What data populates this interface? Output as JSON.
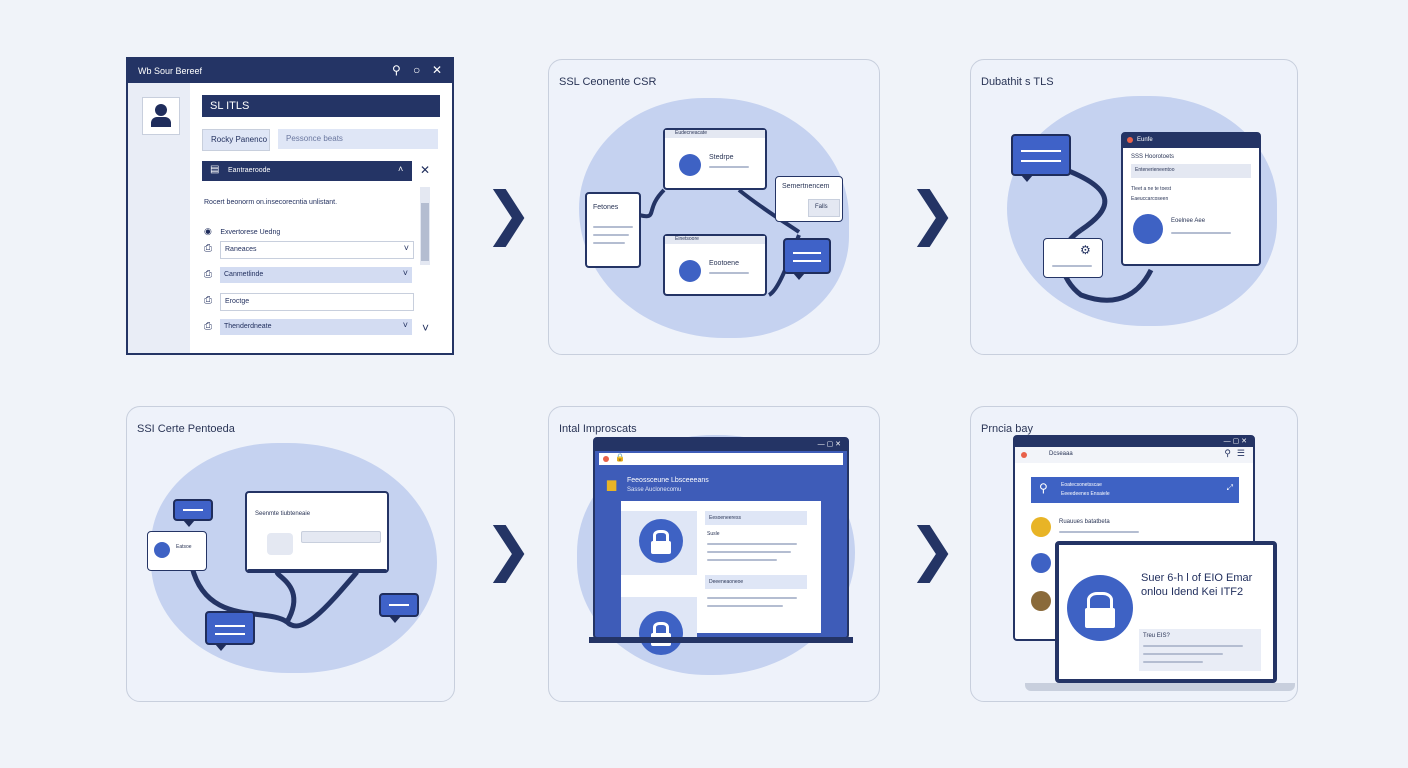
{
  "panels": [
    {
      "title": "",
      "window": {
        "title": "Wb Sour Bereef",
        "header": "SL ITLS",
        "button_label": "Rocky Panenco",
        "field_placeholder": "Pessonce beats",
        "dropdown_label": "Eantraeroode",
        "description": "Rocert beonorm on.insecorecntia unlistant.",
        "radio_label": "Exvertorese Uedng",
        "list_items": [
          "Raneaces",
          "Canmetlinde",
          "Eroctge",
          "Thenderdneate"
        ]
      }
    },
    {
      "title": "SSL Ceonente CSR",
      "cards": {
        "top_header": "Eudecneacate",
        "top_label": "Stedrpe",
        "left_label": "Fetones",
        "right_label": "Semertnencem",
        "right_tag": "Falls",
        "bottom_header": "Einetsoore",
        "bottom_label": "Eootoene"
      }
    },
    {
      "title": "Dubathit s TLS",
      "cards": {
        "browser_title": "Eunfe",
        "heading": "SSS Hoorotoets",
        "line1": "Entenerieneentoo",
        "line2": "Tleet a ne te toest",
        "line3": "Eaeuccarcoseen",
        "item_label": "Eoelnee Aee"
      }
    },
    {
      "title": "SSI Certe Pentoeda",
      "cards": {
        "center_title": "Seenmte tiubteneaie",
        "left_label": "Eatsoe"
      }
    },
    {
      "title": "Intal Improscats",
      "cards": {
        "banner_title": "Feeossceune Lbsceeeans",
        "banner_sub": "Sasse Auclonecomu",
        "tab1": "Eesoeneeress",
        "item1": "Susle",
        "tab2": "Deeeneaoneoe"
      }
    },
    {
      "title": "Prncia bay",
      "cards": {
        "browser_title": "Dcseaaa",
        "search_text": "Eoatecsonetsscae",
        "search_sub": "Eeeedeenes Ensaiele",
        "item_label": "Ruauues batatbeta",
        "headline": "Suer 6-h l of EIO Emar onlou Idend Kei ITF2",
        "tag": "Treu EIS?"
      }
    }
  ],
  "arrows": [
    "❯",
    "❯",
    "❯",
    "❯"
  ],
  "colors": {
    "background": "#f0f3f9",
    "panel": "#eef2fa",
    "blob": "#c5d2f0",
    "navy": "#243465",
    "accent": "#3e62c4",
    "gold": "#e8b426"
  },
  "icons": [
    "user-icon",
    "search-icon",
    "gear-icon",
    "close-icon",
    "chevron-down-icon",
    "lock-icon",
    "chat-icon",
    "globe-icon"
  ]
}
